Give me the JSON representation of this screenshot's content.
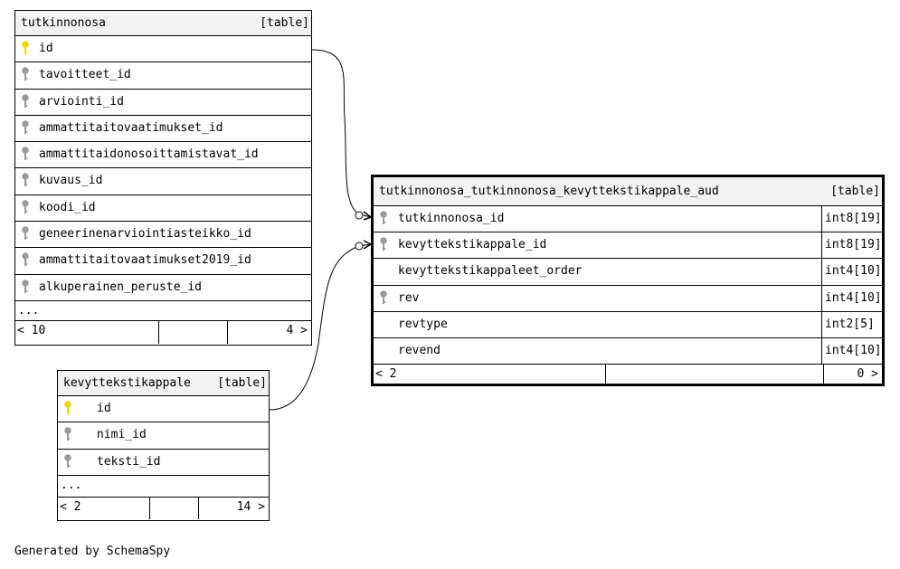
{
  "tables": {
    "tutkinnonosa": {
      "name": "tutkinnonosa",
      "type": "[table]",
      "columns": [
        {
          "name": "id",
          "key": "primary"
        },
        {
          "name": "tavoitteet_id",
          "key": "foreign"
        },
        {
          "name": "arviointi_id",
          "key": "foreign"
        },
        {
          "name": "ammattitaitovaatimukset_id",
          "key": "foreign"
        },
        {
          "name": "ammattitaidonosoittamistavat_id",
          "key": "foreign"
        },
        {
          "name": "kuvaus_id",
          "key": "foreign"
        },
        {
          "name": "koodi_id",
          "key": "foreign"
        },
        {
          "name": "geneerinenarviointiasteikko_id",
          "key": "foreign"
        },
        {
          "name": "ammattitaitovaatimukset2019_id",
          "key": "foreign"
        },
        {
          "name": "alkuperainen_peruste_id",
          "key": "foreign"
        }
      ],
      "more": "...",
      "footer": {
        "left": "< 10",
        "right": "4 >"
      }
    },
    "kevyttekstikappale": {
      "name": "kevyttekstikappale",
      "type": "[table]",
      "columns": [
        {
          "name": "id",
          "key": "primary"
        },
        {
          "name": "nimi_id",
          "key": "foreign"
        },
        {
          "name": "teksti_id",
          "key": "foreign"
        }
      ],
      "more": "...",
      "footer": {
        "left": "< 2",
        "right": "14 >"
      }
    },
    "aud": {
      "name": "tutkinnonosa_tutkinnonosa_kevyttekstikappale_aud",
      "type": "[table]",
      "columns": [
        {
          "name": "tutkinnonosa_id",
          "key": "foreign",
          "type": "int8[19]"
        },
        {
          "name": "kevyttekstikappale_id",
          "key": "foreign",
          "type": "int8[19]"
        },
        {
          "name": "kevyttekstikappaleet_order",
          "key": "none",
          "type": "int4[10]"
        },
        {
          "name": "rev",
          "key": "foreign",
          "type": "int4[10]"
        },
        {
          "name": "revtype",
          "key": "none",
          "type": "int2[5]"
        },
        {
          "name": "revend",
          "key": "none",
          "type": "int4[10]"
        }
      ],
      "footer": {
        "left": "< 2",
        "right": "0 >"
      }
    }
  },
  "credit": "Generated by SchemaSpy",
  "colors": {
    "primary_key": "#e6d800",
    "foreign_key": "#9a9a9a",
    "header_bg": "#f2f2f2"
  }
}
